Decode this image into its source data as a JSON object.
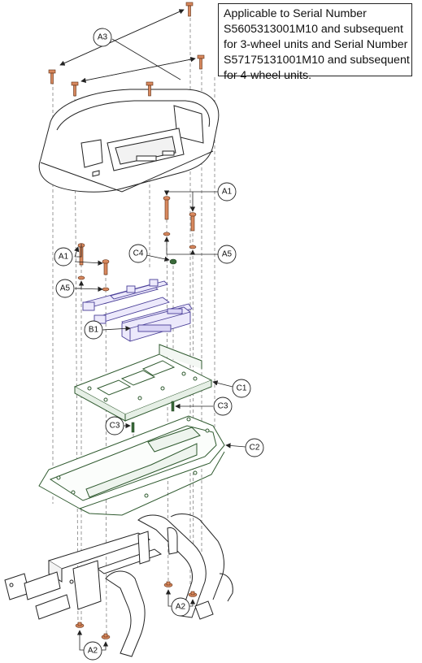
{
  "note": {
    "lines": [
      "Applicable to Serial Number",
      "S5605313001M10 and subsequent",
      "for 3-wheel units and Serial Number",
      "S57175131001M10 and subsequent",
      "for 4-wheel units."
    ]
  },
  "callouts": {
    "a3": "A3",
    "a1_right": "A1",
    "a1_left": "A1",
    "a5_right": "A5",
    "a5_left": "A5",
    "c4": "C4",
    "b1": "B1",
    "c1": "C1",
    "c3_right": "C3",
    "c3_left": "C3",
    "c2": "C2",
    "a2_right": "A2",
    "a2_bottom": "A2"
  },
  "colors": {
    "line": "#222222",
    "hardware": "#d8885e",
    "controller": "#5a4fa8",
    "plate": "#2f5a2f",
    "tray": "#2f5a2f"
  }
}
